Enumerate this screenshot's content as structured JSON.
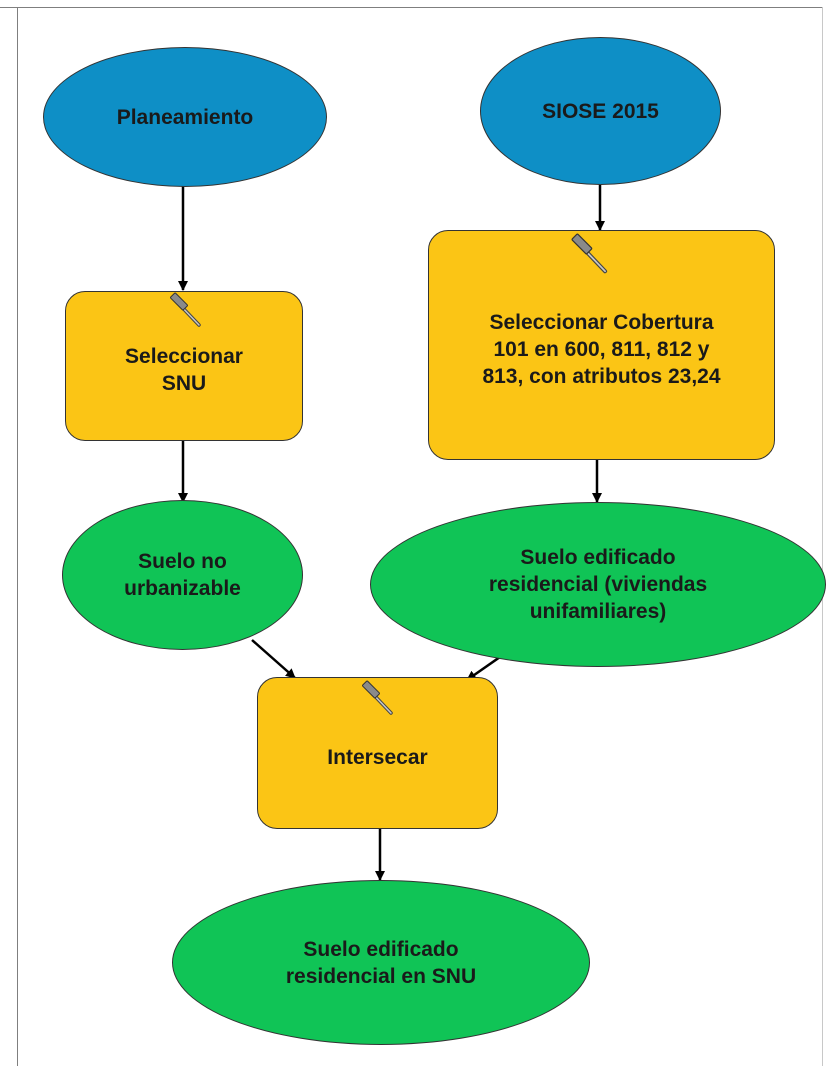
{
  "colors": {
    "input": "#0e8fc6",
    "tool": "#fbc515",
    "output": "#10c456",
    "edge": "#000000"
  },
  "nodes": {
    "planeamiento": {
      "label": "Planeamiento",
      "kind": "input"
    },
    "siose": {
      "label": "SIOSE 2015",
      "kind": "input"
    },
    "seleccionar_snu": {
      "label": "Seleccionar\nSNU",
      "kind": "tool",
      "icon": "hammer-icon"
    },
    "seleccionar_cobertura": {
      "label": "Seleccionar Cobertura\n101 en 600, 811, 812  y\n813, con atributos 23,24",
      "kind": "tool",
      "icon": "hammer-icon"
    },
    "suelo_no_urbanizable": {
      "label": "Suelo no\nurbanizable",
      "kind": "output"
    },
    "suelo_edificado_residencial": {
      "label": "Suelo edificado\nresidencial (viviendas\nunifamiliares)",
      "kind": "output"
    },
    "intersecar": {
      "label": "Intersecar",
      "kind": "tool",
      "icon": "hammer-icon"
    },
    "suelo_edificado_snu": {
      "label": "Suelo edificado\nresidencial en SNU",
      "kind": "output"
    }
  },
  "edges": [
    {
      "from": "planeamiento",
      "to": "seleccionar_snu"
    },
    {
      "from": "siose",
      "to": "seleccionar_cobertura"
    },
    {
      "from": "seleccionar_snu",
      "to": "suelo_no_urbanizable"
    },
    {
      "from": "seleccionar_cobertura",
      "to": "suelo_edificado_residencial"
    },
    {
      "from": "suelo_no_urbanizable",
      "to": "intersecar"
    },
    {
      "from": "suelo_edificado_residencial",
      "to": "intersecar"
    },
    {
      "from": "intersecar",
      "to": "suelo_edificado_snu"
    }
  ]
}
